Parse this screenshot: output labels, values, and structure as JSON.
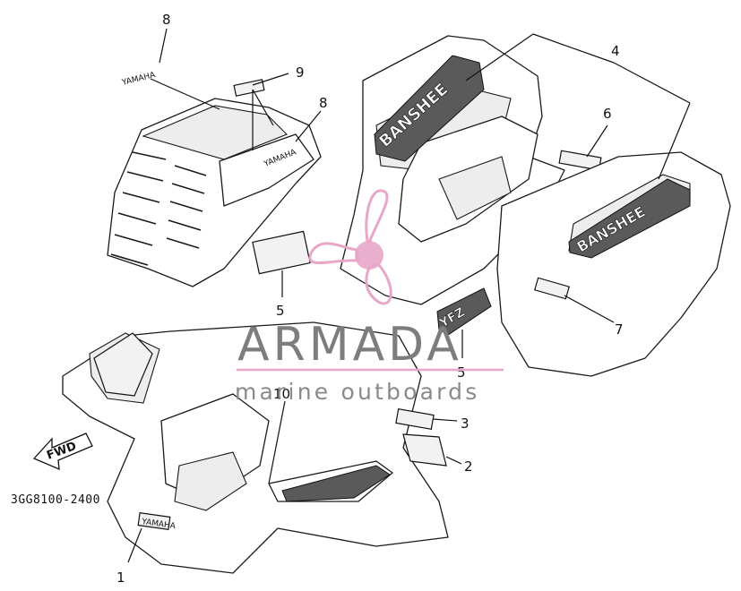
{
  "callouts": [
    {
      "id": "1",
      "text": "1"
    },
    {
      "id": "2",
      "text": "2"
    },
    {
      "id": "3",
      "text": "3"
    },
    {
      "id": "4",
      "text": "4"
    },
    {
      "id": "5a",
      "text": "5"
    },
    {
      "id": "5b",
      "text": "5"
    },
    {
      "id": "6",
      "text": "6"
    },
    {
      "id": "7",
      "text": "7"
    },
    {
      "id": "8a",
      "text": "8"
    },
    {
      "id": "8b",
      "text": "8"
    },
    {
      "id": "9",
      "text": "9"
    },
    {
      "id": "10",
      "text": "10"
    }
  ],
  "part_code": "3GG8100-2400",
  "direction_arrow": "FWD",
  "decal_texts": {
    "banshee": "BANSHEE",
    "yamaha": "YAMAHA",
    "yfz": "YFZ"
  },
  "watermark": {
    "title": "ARMADA",
    "subtitle": "marine outboards",
    "logo": "propeller-logo",
    "accent_color": "#e8a6c8",
    "text_color": "#7d7d7d"
  }
}
